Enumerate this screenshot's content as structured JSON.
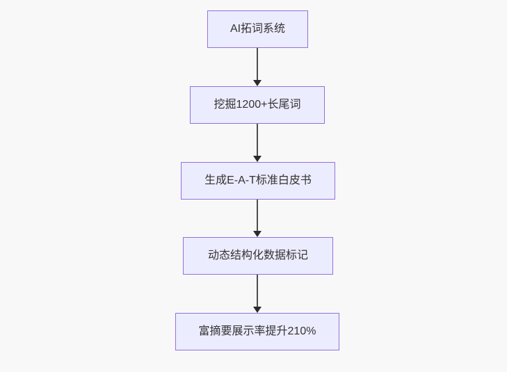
{
  "diagram": {
    "type": "flowchart",
    "direction": "top-down",
    "colors": {
      "background": "#f8f8f8",
      "node_fill": "#ECECFF",
      "node_border": "#9370DB",
      "text": "#333333",
      "arrow": "#333333"
    },
    "nodes": [
      {
        "label": "AI拓词系统"
      },
      {
        "label": "挖掘1200+长尾词"
      },
      {
        "label": "生成E-A-T标准白皮书"
      },
      {
        "label": "动态结构化数据标记"
      },
      {
        "label": "富摘要展示率提升210%"
      }
    ],
    "edges": [
      {
        "from": 0,
        "to": 1
      },
      {
        "from": 1,
        "to": 2
      },
      {
        "from": 2,
        "to": 3
      },
      {
        "from": 3,
        "to": 4
      }
    ]
  }
}
